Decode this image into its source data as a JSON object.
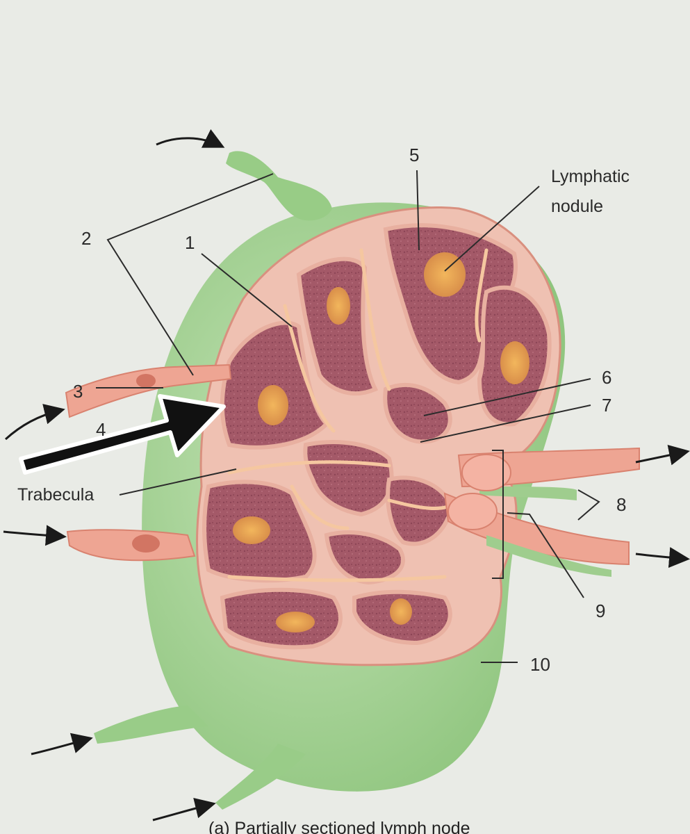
{
  "figure": {
    "labels": {
      "n1": "1",
      "n2": "2",
      "n3": "3",
      "n4": "4",
      "n5": "5",
      "n6": "6",
      "n7": "7",
      "n8": "8",
      "n9": "9",
      "n10": "10",
      "lymphatic_nodule_line1": "Lymphatic",
      "lymphatic_nodule_line2": "nodule",
      "trabecula": "Trabecula"
    },
    "caption": "(a) Partially sectioned lymph node",
    "colors": {
      "page": "#e9ebe6",
      "capsule_green": "#a9d49a",
      "cortex_pink": "#efc1b2",
      "medulla_maroon": "#a35a6a",
      "germinal_center": "#e7a851",
      "vessel_pink": "#eea593",
      "pointer": "#111111"
    }
  }
}
